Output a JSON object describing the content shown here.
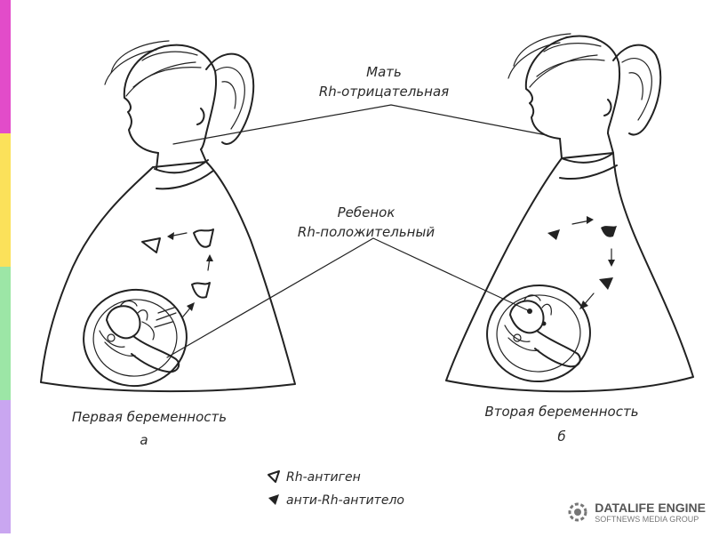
{
  "labels": {
    "mother_line1": "Мать",
    "mother_line2": "Rh-отрицательная",
    "child_line1": "Ребенок",
    "child_line2": "Rh-положительный",
    "first_pregnancy": "Первая беременность",
    "first_letter": "а",
    "second_pregnancy": "Вторая беременность",
    "second_letter": "б"
  },
  "legend": {
    "antigen": "Rh-антиген",
    "antibody": "анти-Rh-антитело"
  },
  "watermark": {
    "title": "DATALIFE ENGINE",
    "subtitle": "SOFTNEWS MEDIA GROUP"
  },
  "colors": {
    "ink": "#222222",
    "strip": [
      "#e24cc9",
      "#f5b6e6",
      "#fbe15a",
      "#9ce6a6",
      "#c9a6f0"
    ]
  }
}
